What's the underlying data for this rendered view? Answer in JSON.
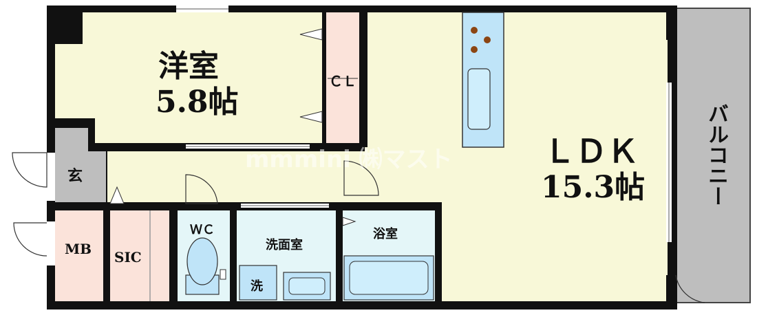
{
  "rooms": {
    "western": {
      "name": "洋室",
      "size": "5.8帖"
    },
    "closet": {
      "name": "ＣＬ"
    },
    "ldk": {
      "name": "ＬＤＫ",
      "size": "15.3帖"
    },
    "balcony": {
      "name": "バルコニー"
    },
    "entrance": {
      "name": "玄"
    },
    "mb": {
      "name": "MB"
    },
    "sic": {
      "name": "SIC"
    },
    "wc": {
      "name": "ＷＣ"
    },
    "washroom": {
      "name": "洗面室"
    },
    "washer": {
      "name": "洗"
    },
    "bath": {
      "name": "浴室"
    }
  },
  "watermark": "mmmini ㈱マスト",
  "colors": {
    "western": "#f8f8d8",
    "ldk": "#f8f8d8",
    "hall": "#f8f8d8",
    "closet": "#fbe3da",
    "mb": "#fbe3da",
    "sic": "#fbe3da",
    "wet": "#e4f6f8",
    "fixture": "#bfe4f8",
    "balcony": "#bebebe",
    "entrance": "#bebebe",
    "kitchen": "#bfe4f8",
    "wall": "#111111"
  }
}
